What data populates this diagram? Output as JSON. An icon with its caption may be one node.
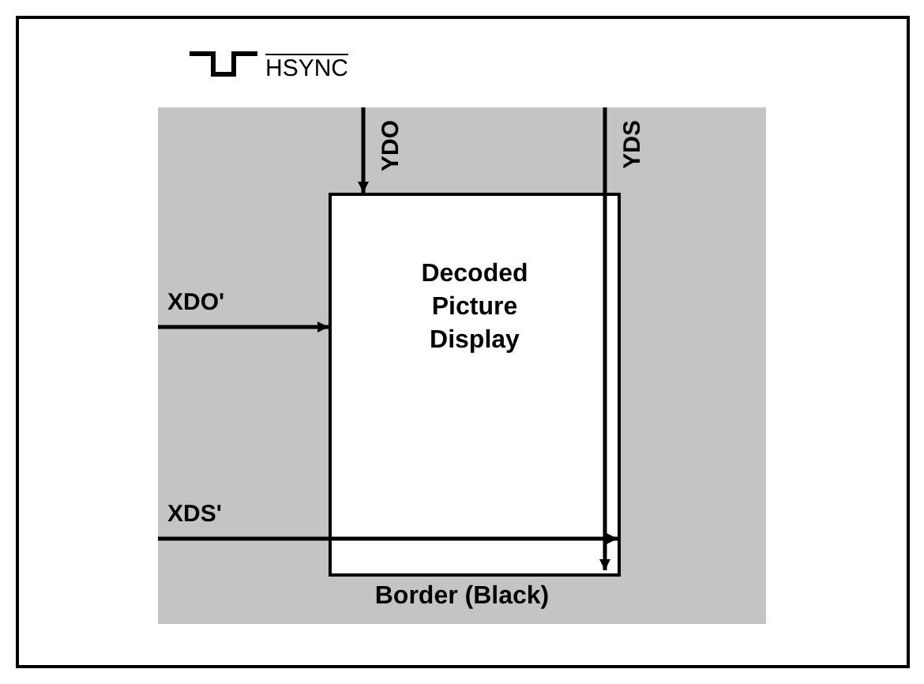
{
  "diagram": {
    "nodes": [
      {
        "text": [
          "Border (Black)"
        ]
      },
      {
        "text": [
          "Decoded Picture Display"
        ],
        "in": 0
      }
    ],
    "edges": [
      {
        "from": 0,
        "to": 1,
        "arrow": "to",
        "label": "YDO"
      },
      {
        "from": 0,
        "to": 1,
        "arrow": "to",
        "label": "YDS"
      },
      {
        "from": 0,
        "to": 1,
        "arrow": "to",
        "label": "XDO'"
      },
      {
        "from": 0,
        "to": 1,
        "arrow": "to",
        "label": "XDS'"
      }
    ],
    "labels": [
      "HSYNC"
    ]
  }
}
